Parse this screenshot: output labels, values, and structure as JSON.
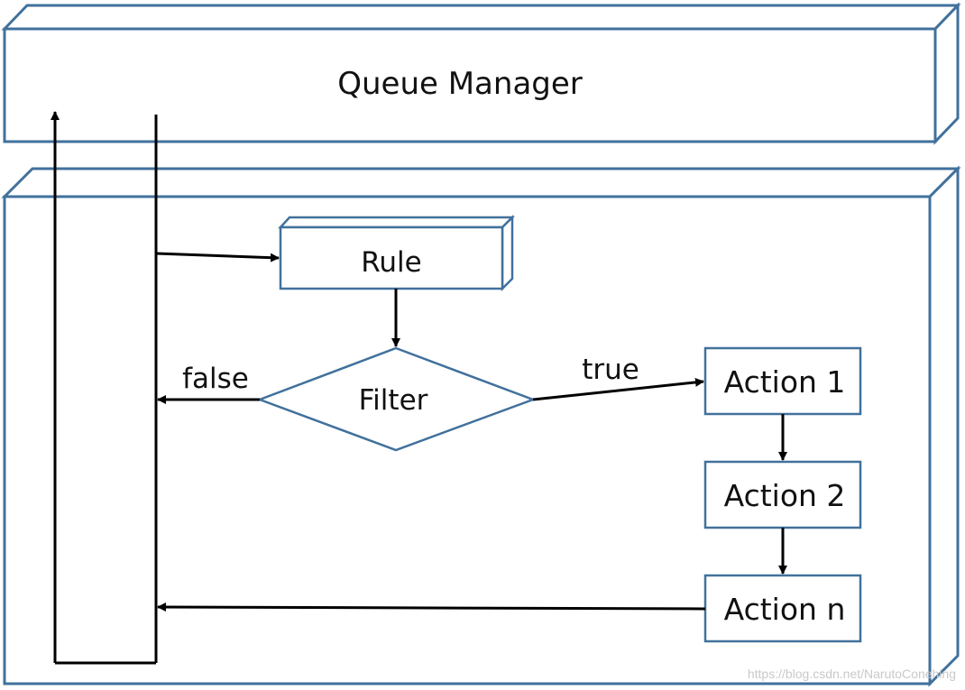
{
  "colors": {
    "box_stroke": "#41719C",
    "arrow": "#000000",
    "text": "#111111",
    "background": "#ffffff",
    "watermark": "#c9c9c9"
  },
  "queue_manager": {
    "label": "Queue Manager"
  },
  "rule": {
    "label": "Rule"
  },
  "filter": {
    "label": "Filter"
  },
  "branches": {
    "false_label": "false",
    "true_label": "true"
  },
  "actions": [
    "Action 1",
    "Action 2",
    "Action n"
  ],
  "watermark": {
    "text": "https://blog.csdn.net/NarutoConehing"
  }
}
